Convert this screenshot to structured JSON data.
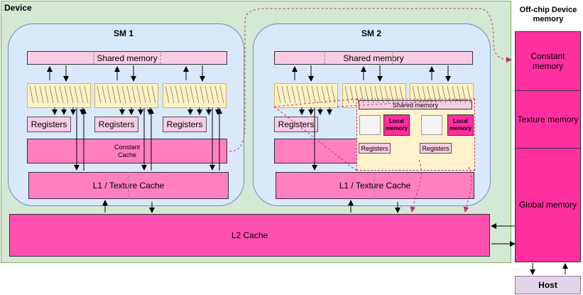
{
  "device": {
    "title": "Device"
  },
  "sm1": {
    "title": "SM 1",
    "shared_memory": "Shared memory",
    "registers": [
      "Registers",
      "Registers",
      "Registers"
    ],
    "constant_cache": "Constant Cache",
    "l1": "L1 / Texture Cache"
  },
  "sm2": {
    "title": "SM 2",
    "shared_memory": "Shared memory",
    "registers": "Registers",
    "l1": "L1 / Texture Cache"
  },
  "zoom": {
    "shared_memory": "Shared memory",
    "local_memory": [
      "Local memory",
      "Local memory"
    ],
    "registers": [
      "Registers",
      "Registers"
    ]
  },
  "l2": {
    "label": "L2 Cache"
  },
  "offchip": {
    "title": "Off-chip Device memory",
    "constant": "Constant memory",
    "texture": "Texture memory",
    "global": "Global memory"
  },
  "host": {
    "label": "Host"
  },
  "colors": {
    "device_bg": "#d5e8d4",
    "sm_bg": "#dae8fc",
    "cache_pink": "#ff80c0",
    "l2_pink": "#ff4fb0",
    "memory_magenta": "#ff2fa0",
    "host_bg": "#e1d5e7",
    "dashed_link": "#c03070"
  }
}
